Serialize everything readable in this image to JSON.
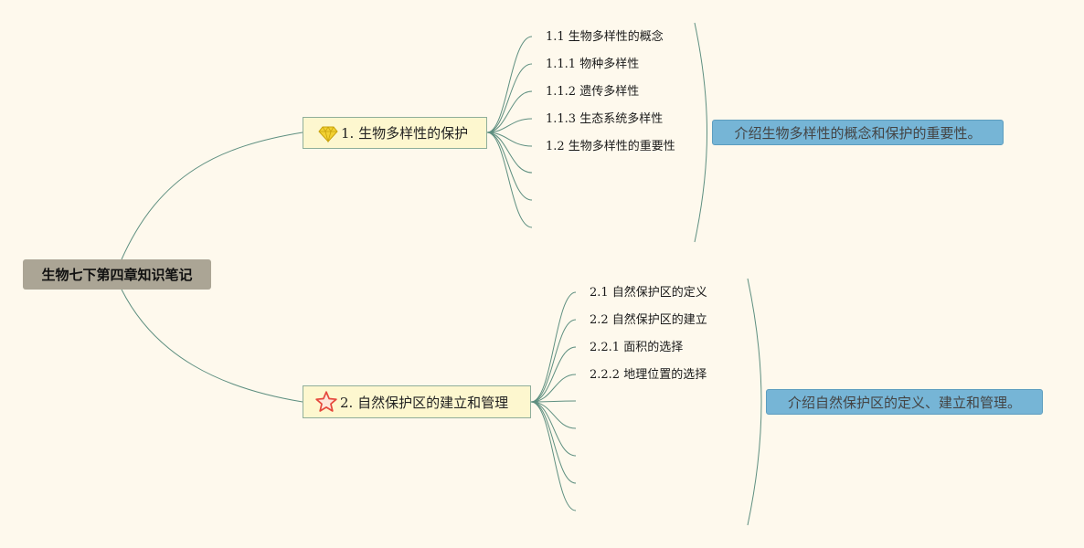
{
  "root": {
    "label": "生物七下第四章知识笔记"
  },
  "branches": [
    {
      "label": "1. 生物多样性的保护",
      "icon": "diamond-icon",
      "children": [
        "1.1 生物多样性的概念",
        "1.1.1 物种多样性",
        "1.1.2 遗传多样性",
        "1.1.3 生态系统多样性",
        "1.2 生物多样性的重要性"
      ],
      "summary": "介绍生物多样性的概念和保护的重要性。"
    },
    {
      "label": "2. 自然保护区的建立和管理",
      "icon": "star-icon",
      "children": [
        "2.1 自然保护区的定义",
        "2.2 自然保护区的建立",
        "2.2.1 面积的选择",
        "2.2.2 地理位置的选择"
      ],
      "summary": "介绍自然保护区的定义、建立和管理。"
    }
  ],
  "colors": {
    "background": "#fef9ed",
    "connector": "#5e8f80",
    "root_fill": "#aba595",
    "branch_fill": "#fdf7cf",
    "summary_fill": "#76b5d6",
    "diamond_icon": "#f2d132",
    "star_icon": "#e5483c"
  }
}
